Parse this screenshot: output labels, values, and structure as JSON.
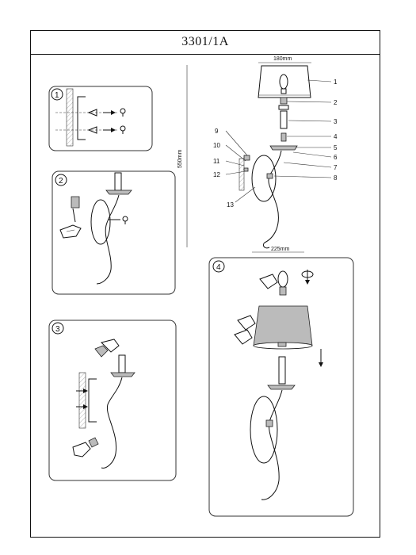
{
  "title": "3301/1A",
  "dimensions": {
    "shade_width": "180mm",
    "height": "550mm",
    "depth": "225mm"
  },
  "part_labels": [
    "1",
    "2",
    "3",
    "4",
    "5",
    "6",
    "7",
    "8",
    "9",
    "10",
    "11",
    "12",
    "13"
  ],
  "steps": [
    "1",
    "2",
    "3",
    "4"
  ],
  "icons": [
    "screw-icon",
    "hand-icon",
    "bulb-icon",
    "rotate-icon",
    "arrow-down-icon"
  ]
}
